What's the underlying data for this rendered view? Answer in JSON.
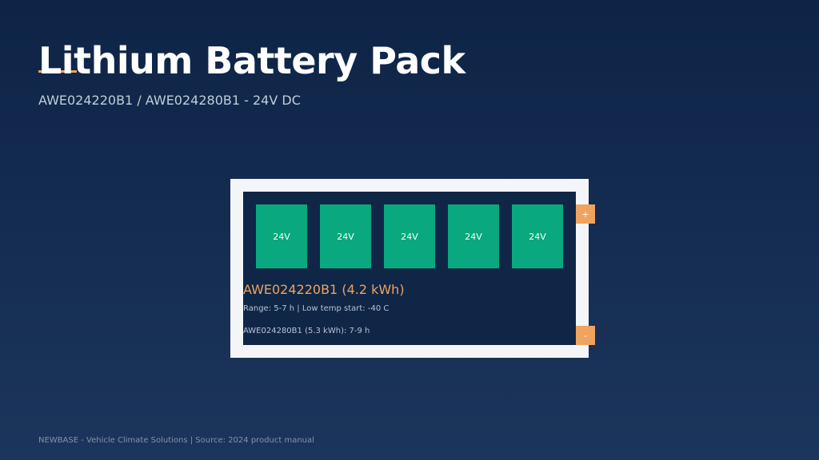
{
  "slide": {
    "title": "Lithium Battery Pack",
    "subtitle": "AWE024220B1 / AWE024280B1 - 24V DC",
    "footer": "NEWBASE - Vehicle Climate Solutions | Source: 2024 product manual"
  },
  "pack": {
    "cells": [
      "24V",
      "24V",
      "24V",
      "24V",
      "24V"
    ],
    "terminal_positive": "+",
    "terminal_negative": "-",
    "model_title": "AWE024220B1 (4.2 kWh)",
    "spec_line": "Range: 5-7 h | Low temp start: -40 C",
    "alt_model_line": "AWE024280B1 (5.3 kWh): 7-9 h"
  },
  "colors": {
    "background_top": "#0d2446",
    "background_bottom": "#1c355c",
    "accent": "#f0a35e",
    "cell": "#0aa87e",
    "pack_frame": "#f3f5f9",
    "pack_body": "#0f2647"
  }
}
